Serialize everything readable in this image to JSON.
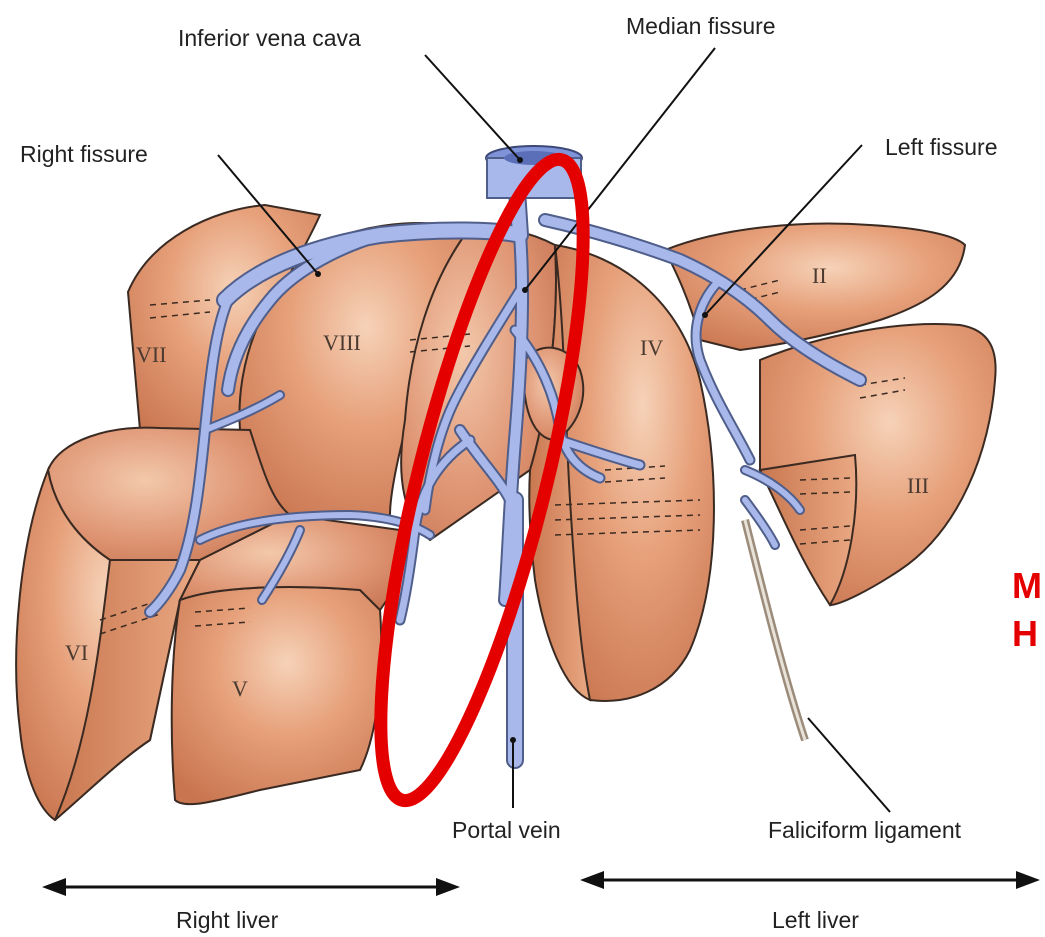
{
  "labels": {
    "inferior_vena_cava": "Inferior vena cava",
    "median_fissure": "Median fissure",
    "right_fissure": "Right fissure",
    "left_fissure": "Left fissure",
    "portal_vein": "Portal vein",
    "faliciform_ligament": "Faliciform ligament",
    "right_liver": "Right liver",
    "left_liver": "Left liver"
  },
  "segments": {
    "ii": "II",
    "iii": "III",
    "iv": "IV",
    "v": "V",
    "vi": "VI",
    "vii": "VII",
    "viii": "VIII"
  },
  "side_text": {
    "line1": "M",
    "line2": "H"
  },
  "colors": {
    "lobe_fill": "#d98a64",
    "lobe_light": "#f2c3a4",
    "vein_fill": "#a9b8ea",
    "vein_outline": "#4f5e8a",
    "highlight_red": "#e50000",
    "side_text_red": "#e50000"
  }
}
